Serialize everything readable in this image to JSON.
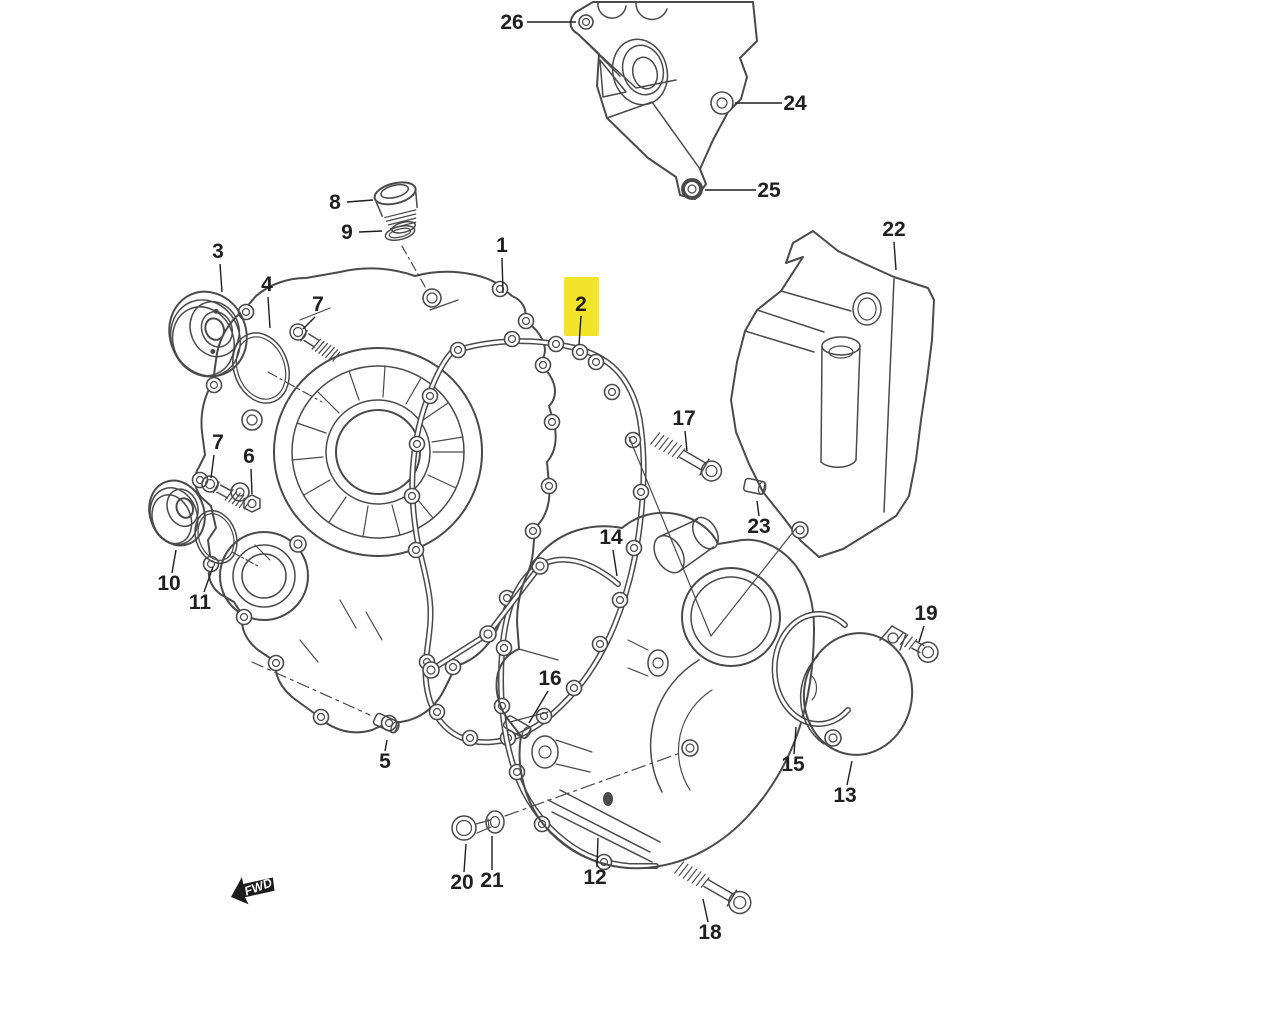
{
  "diagram": {
    "background_color": "#ffffff",
    "line_color": "#4a4a4a",
    "label_color": "#1f1f1f",
    "highlight_color": "#f2e32b",
    "fwd_marker": {
      "label": "FWD",
      "arrow_color": "#1c1c1c",
      "text_color": "#ffffff"
    },
    "callouts": [
      {
        "text": "1",
        "highlighted": false
      },
      {
        "text": "2",
        "highlighted": true
      },
      {
        "text": "3",
        "highlighted": false
      },
      {
        "text": "4",
        "highlighted": false
      },
      {
        "text": "5",
        "highlighted": false
      },
      {
        "text": "6",
        "highlighted": false
      },
      {
        "text": "7",
        "highlighted": false
      },
      {
        "text": "7",
        "highlighted": false
      },
      {
        "text": "8",
        "highlighted": false
      },
      {
        "text": "9",
        "highlighted": false
      },
      {
        "text": "10",
        "highlighted": false
      },
      {
        "text": "11",
        "highlighted": false
      },
      {
        "text": "12",
        "highlighted": false
      },
      {
        "text": "13",
        "highlighted": false
      },
      {
        "text": "14",
        "highlighted": false
      },
      {
        "text": "15",
        "highlighted": false
      },
      {
        "text": "16",
        "highlighted": false
      },
      {
        "text": "17",
        "highlighted": false
      },
      {
        "text": "18",
        "highlighted": false
      },
      {
        "text": "19",
        "highlighted": false
      },
      {
        "text": "20",
        "highlighted": false
      },
      {
        "text": "21",
        "highlighted": false
      },
      {
        "text": "22",
        "highlighted": false
      },
      {
        "text": "23",
        "highlighted": false
      },
      {
        "text": "24",
        "highlighted": false
      },
      {
        "text": "25",
        "highlighted": false
      },
      {
        "text": "26",
        "highlighted": false
      }
    ]
  }
}
